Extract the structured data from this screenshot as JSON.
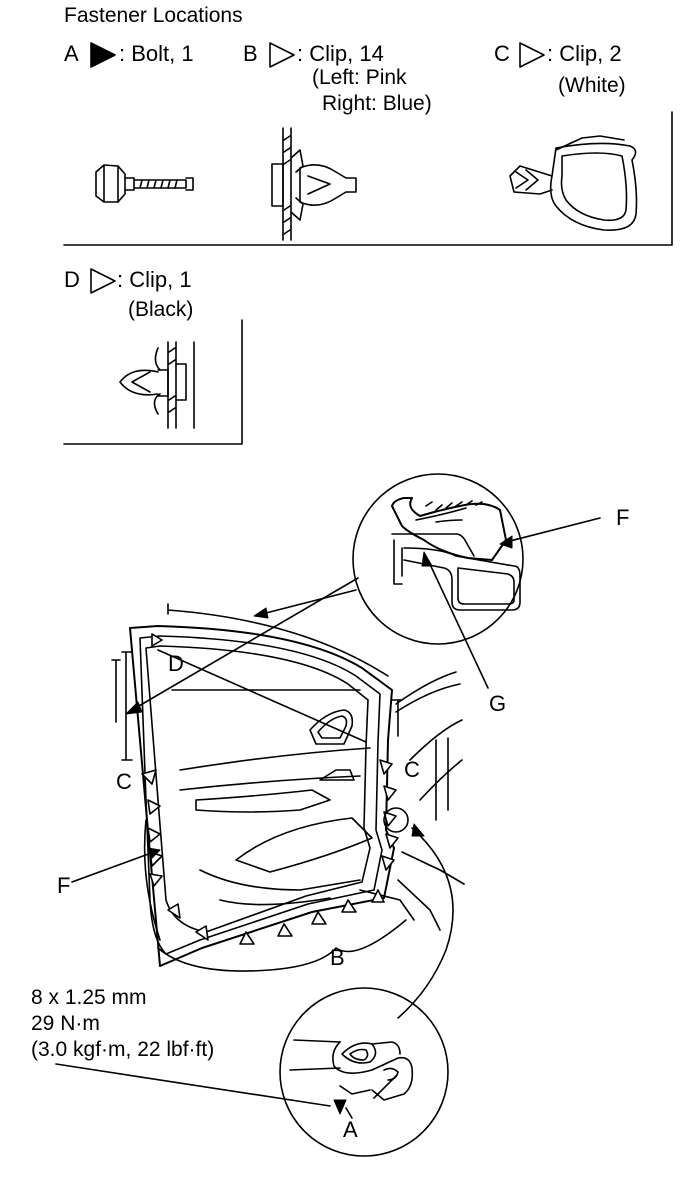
{
  "title": "Fastener Locations",
  "legend": {
    "a": {
      "letter": "A",
      "text": ": Bolt, 1"
    },
    "b": {
      "letter": "B",
      "text": ": Clip, 14",
      "note1": "(Left: Pink",
      "note2": "Right: Blue)"
    },
    "c": {
      "letter": "C",
      "text": ": Clip, 2",
      "note1": "(White)"
    },
    "d": {
      "letter": "D",
      "text": ": Clip, 1",
      "note1": "(Black)"
    }
  },
  "callouts": {
    "d": "D",
    "c_left": "C",
    "c_right": "C",
    "f_top": "F",
    "f_left": "F",
    "g": "G",
    "b": "B",
    "a": "A"
  },
  "torque": {
    "size": "8 x 1.25 mm",
    "value": "29 N·m",
    "alt": "(3.0 kgf·m, 22 lbf·ft)"
  }
}
